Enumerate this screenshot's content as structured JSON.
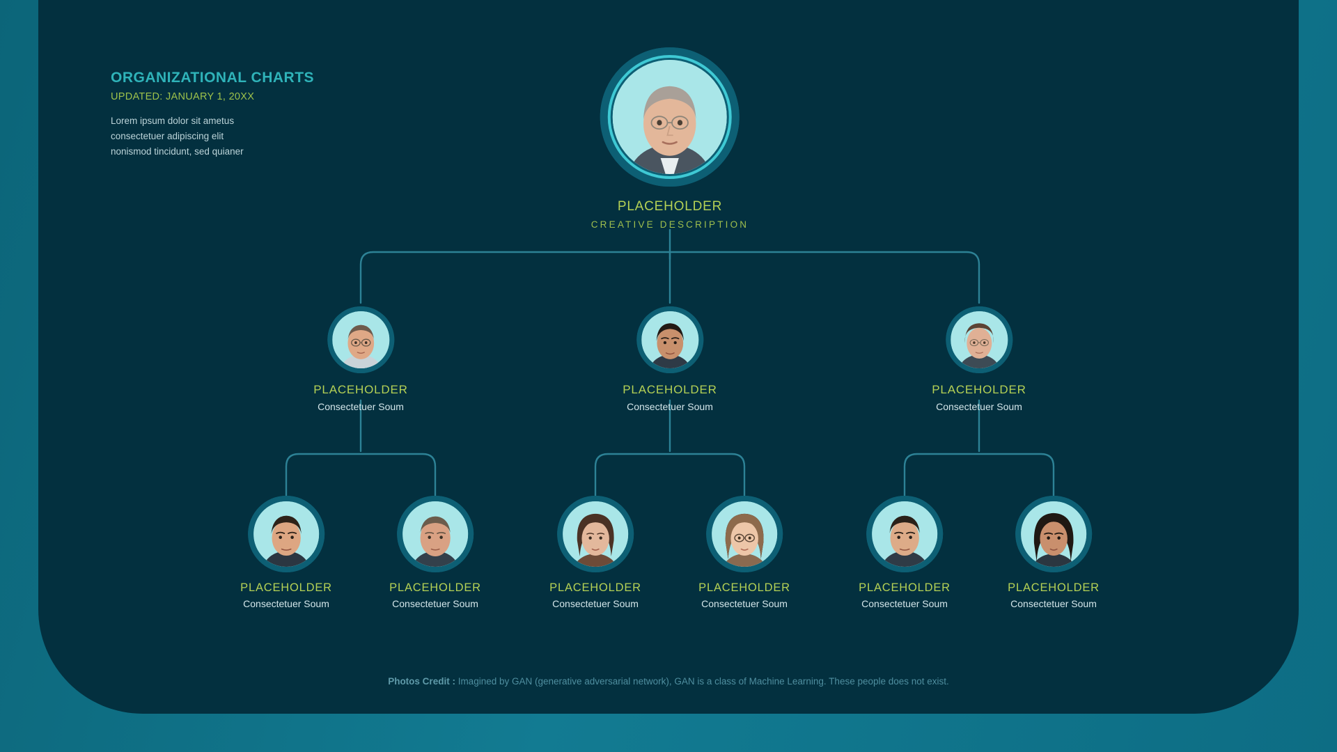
{
  "header": {
    "title": "ORGANIZATIONAL CHARTS",
    "subtitle": "UPDATED: JANUARY 1, 20XX",
    "lede": [
      "Lorem ipsum dolor sit ametus",
      "consectetuer adipiscing elit",
      "nonismod tincidunt, sed quianer"
    ]
  },
  "root": {
    "name": "PLACEHOLDER",
    "role": "CREATIVE DESCRIPTION"
  },
  "level2": [
    {
      "name": "PLACEHOLDER",
      "role": "Consectetuer Soum"
    },
    {
      "name": "PLACEHOLDER",
      "role": "Consectetuer Soum"
    },
    {
      "name": "PLACEHOLDER",
      "role": "Consectetuer Soum"
    }
  ],
  "level3": [
    {
      "name": "PLACEHOLDER",
      "role": "Consectetuer Soum"
    },
    {
      "name": "PLACEHOLDER",
      "role": "Consectetuer Soum"
    },
    {
      "name": "PLACEHOLDER",
      "role": "Consectetuer Soum"
    },
    {
      "name": "PLACEHOLDER",
      "role": "Consectetuer Soum"
    },
    {
      "name": "PLACEHOLDER",
      "role": "Consectetuer Soum"
    },
    {
      "name": "PLACEHOLDER",
      "role": "Consectetuer Soum"
    }
  ],
  "footer": {
    "label": "Photos Credit :",
    "text": " Imagined by GAN (generative adversarial network), GAN is a class of Machine Learning. These people does not exist."
  },
  "colors": {
    "page_background": "#0e6d83",
    "panel": "#03303f",
    "title": "#2fb3b9",
    "subtitle": "#9ec24b",
    "name": "#b5d155",
    "role": "#d4e6ea",
    "connector": "#2d8296",
    "ring_outer": "#0d5f74",
    "ring_accent": "#3fc9d4",
    "photo_bg": "#a9e6e8",
    "footer": "#4f8e9f"
  }
}
